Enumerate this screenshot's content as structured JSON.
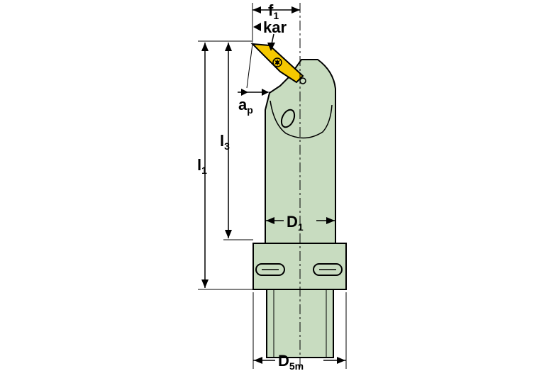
{
  "colors": {
    "body": "#c8dcc0",
    "outline": "#000000",
    "insert": "#f5c800",
    "background": "#ffffff"
  },
  "labels": {
    "f1": {
      "main": "f",
      "sub": "1"
    },
    "kar": "kar",
    "ap": {
      "main": "a",
      "sub": "p"
    },
    "l3": {
      "main": "l",
      "sub": "3"
    },
    "l1": {
      "main": "l",
      "sub": "1"
    },
    "d1": {
      "main": "D",
      "sub": "1"
    },
    "d5m": {
      "main": "D",
      "sub": "5m"
    }
  }
}
